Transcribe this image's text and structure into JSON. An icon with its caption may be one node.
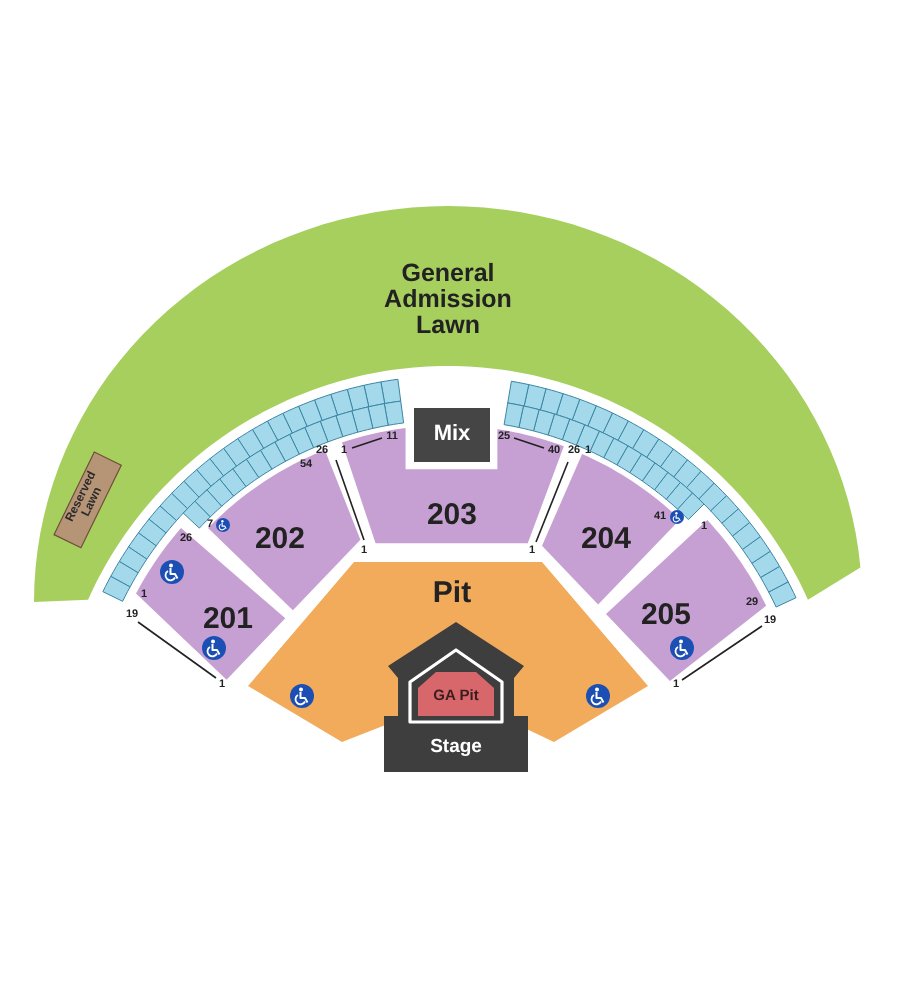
{
  "diagram": {
    "nodes": [
      {
        "text": [
          "General Admission Lawn"
        ]
      },
      {
        "text": [
          "Reserved Lawn"
        ],
        "in": 0
      },
      {
        "text": [
          "Mix"
        ]
      },
      {
        "text": [
          "202"
        ]
      },
      {
        "text": [
          "203"
        ]
      },
      {
        "text": [
          "204"
        ]
      },
      {
        "text": [
          "201"
        ]
      },
      {
        "text": [
          "205"
        ]
      },
      {
        "text": [
          "Pit"
        ]
      },
      {
        "text": [
          "Stage"
        ]
      },
      {
        "text": [
          "GA Pit"
        ],
        "in": 9
      }
    ],
    "labels": [
      "11",
      "25",
      "26",
      "1",
      "40",
      "26",
      "1",
      "54",
      "7",
      "41",
      "1",
      "26",
      "1",
      "1",
      "1",
      "29",
      "19",
      "19",
      "1",
      "1"
    ]
  }
}
